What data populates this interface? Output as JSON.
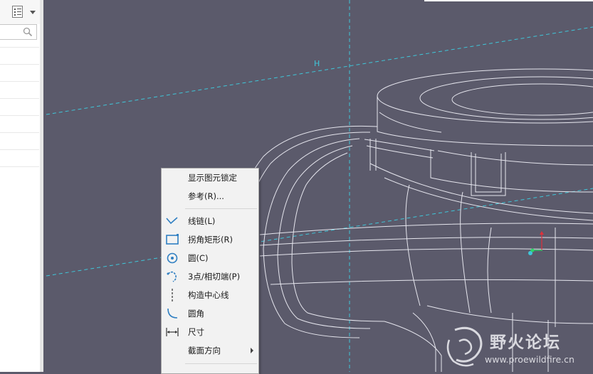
{
  "left_panel": {
    "toolbar": {
      "list_icon": "list-icon",
      "dropdown_icon": "chevron-down-icon"
    },
    "search": {
      "icon": "search-icon",
      "value": "",
      "placeholder": ""
    }
  },
  "graphics": {
    "background_color": "#5b5a6b",
    "centerline_color": "#3fc6d9",
    "model_edge_color": "#e6e6ee",
    "vertical_reference_label": "H"
  },
  "context_menu": {
    "items": [
      {
        "label": "显示图元锁定",
        "icon": ""
      },
      {
        "label": "参考(R)...",
        "icon": ""
      },
      {
        "label": "线链(L)",
        "icon": "line-chain-icon"
      },
      {
        "label": "拐角矩形(R)",
        "icon": "corner-rectangle-icon"
      },
      {
        "label": "圆(C)",
        "icon": "circle-icon"
      },
      {
        "label": "3点/相切端(P)",
        "icon": "three-point-arc-icon"
      },
      {
        "label": "构造中心线",
        "icon": "construction-centerline-icon"
      },
      {
        "label": "圆角",
        "icon": "fillet-icon"
      },
      {
        "label": "尺寸",
        "icon": "dimension-icon"
      },
      {
        "label": "截面方向",
        "icon": "",
        "has_submenu": true
      }
    ]
  },
  "watermark": {
    "title": "野火论坛",
    "url": "www.proewildfire.cn"
  }
}
